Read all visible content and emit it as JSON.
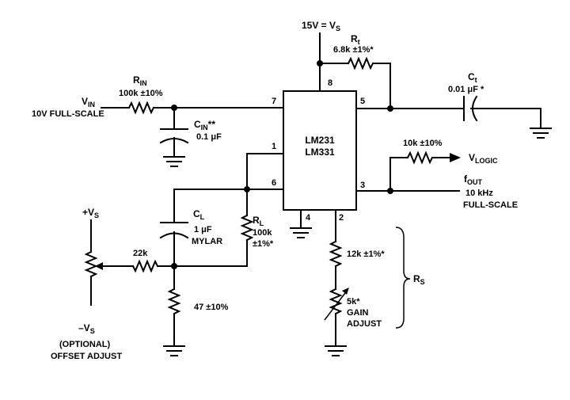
{
  "supply": {
    "label": "15V = V",
    "sub": "S"
  },
  "ic": {
    "line1": "LM231",
    "line2": "LM331"
  },
  "pins": {
    "p1": "1",
    "p2": "2",
    "p3": "3",
    "p4": "4",
    "p5": "5",
    "p6": "6",
    "p7": "7",
    "p8": "8"
  },
  "rt": {
    "name": "R",
    "sub": "t",
    "value": "6.8k ±1%*"
  },
  "ct": {
    "name": "C",
    "sub": "t",
    "value": "0.01 μF *"
  },
  "rin": {
    "name": "R",
    "sub": "IN",
    "value": "100k ±10%"
  },
  "vin": {
    "name": "V",
    "sub": "IN",
    "note": "10V FULL-SCALE"
  },
  "cin": {
    "name": "C",
    "sub": "IN",
    "suffix": "**",
    "value": "0.1 μF"
  },
  "rlogic": {
    "value": "10k ±10%"
  },
  "vlogic": {
    "name": "V",
    "sub": "LOGIC"
  },
  "fout": {
    "name": "f",
    "sub": "OUT",
    "line2": "10 kHz",
    "line3": "FULL-SCALE"
  },
  "cl": {
    "name": "C",
    "sub": "L",
    "value": "1 μF",
    "type": "MYLAR"
  },
  "rl": {
    "name": "R",
    "sub": "L",
    "value": "100k",
    "tol": "±1%*"
  },
  "r22k": {
    "value": "22k"
  },
  "r47": {
    "value": "47 ±10%"
  },
  "vs_pos": {
    "name": "+V",
    "sub": "S"
  },
  "vs_neg": {
    "name": "–V",
    "sub": "S",
    "line2": "(OPTIONAL)",
    "line3": "OFFSET ADJUST"
  },
  "r12k": {
    "value": "12k ±1%*"
  },
  "r5k": {
    "value": "5k*",
    "line2": "GAIN",
    "line3": "ADJUST"
  },
  "rs": {
    "name": "R",
    "sub": "S"
  }
}
